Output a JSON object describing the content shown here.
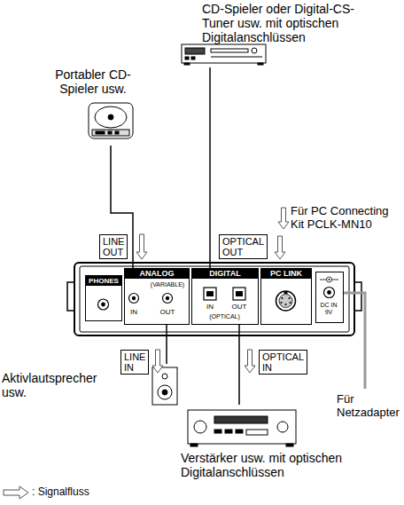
{
  "diagram": {
    "nodes": [
      {
        "text": [
          "Portabler CD-Spieler usw."
        ]
      },
      {
        "text": [
          "CD-Spieler oder Digital-CS-Tuner usw. mit optischen Digitalanschlüssen"
        ]
      },
      {
        "text": [
          "LINE OUT"
        ]
      },
      {
        "text": [
          "OPTICAL OUT"
        ]
      },
      {
        "text": [
          "PHONES"
        ]
      },
      {
        "text": [
          "ANALOG",
          "IN",
          "(VARIABLE)",
          "OUT"
        ]
      },
      {
        "text": [
          "DIGITAL",
          "IN",
          "(OPTICAL)",
          "OUT"
        ]
      },
      {
        "text": [
          "PC LINK"
        ]
      },
      {
        "text": [
          "DC IN 9V"
        ]
      },
      {
        "text": [
          "LINE IN"
        ]
      },
      {
        "text": [
          "OPTICAL IN"
        ]
      },
      {
        "text": [
          "Aktivlautsprecher usw."
        ]
      },
      {
        "text": [
          "Verstärker usw. mit optischen Digitalanschlüssen"
        ]
      }
    ],
    "edges": [
      {
        "from": 0,
        "to": 5,
        "arrow": "none"
      },
      {
        "from": 1,
        "to": 6,
        "arrow": "none"
      },
      {
        "from": 5,
        "to": 11,
        "arrow": "none"
      },
      {
        "from": 6,
        "to": 12,
        "arrow": "none"
      }
    ],
    "labels": [
      "Für PC Connecting Kit PCLK-MN10",
      "Für Netzadapter"
    ],
    "legend": [
      {
        "text": ": Signalfluss"
      }
    ]
  }
}
